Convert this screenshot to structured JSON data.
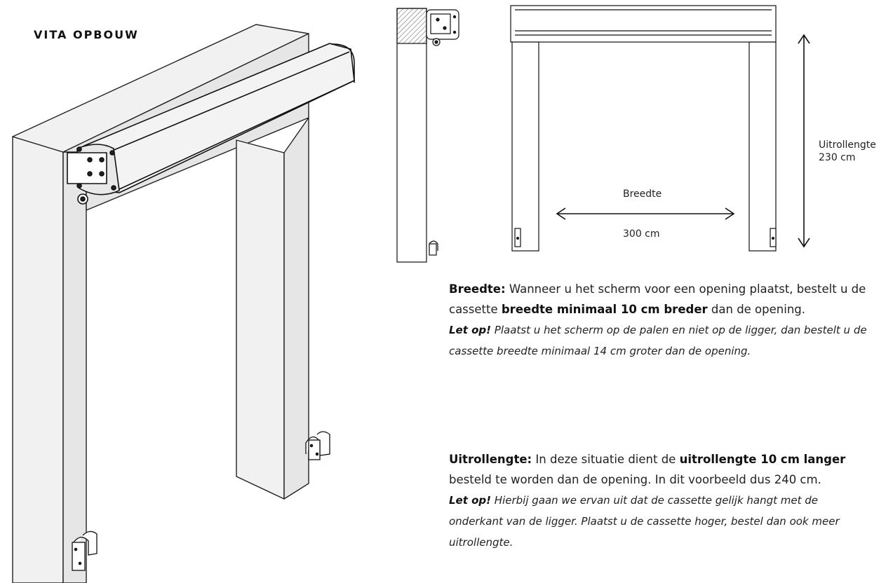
{
  "title": "VITA OPBOUW",
  "diagram": {
    "uitrollengte_label": "Uitrollengte",
    "uitrollengte_value": "230 cm",
    "breedte_label": "Breedte",
    "breedte_value": "300 cm"
  },
  "breedte_text": {
    "lead": "Breedte:",
    "t1": " Wanneer u het scherm voor een opening plaatst, bestelt u de cassette ",
    "bold": "breedte minimaal 10 cm breder",
    "t2": " dan de opening.",
    "note_lead": "Let op!",
    "note": " Plaatst u het scherm op de palen en niet op de ligger, dan bestelt u de cassette breedte minimaal 14 cm groter dan de opening."
  },
  "uitrol_text": {
    "lead": "Uitrollengte:",
    "t1": " In deze situatie dient de ",
    "bold": "uitrollengte 10 cm langer",
    "t2": " besteld te worden dan de opening. In dit voorbeeld dus 240 cm.",
    "note_lead": "Let op!",
    "note": " Hierbij gaan we ervan uit dat de cassette gelijk hangt met de onderkant van de ligger. Plaatst u de cassette hoger, bestel dan ook meer uitrollengte."
  }
}
